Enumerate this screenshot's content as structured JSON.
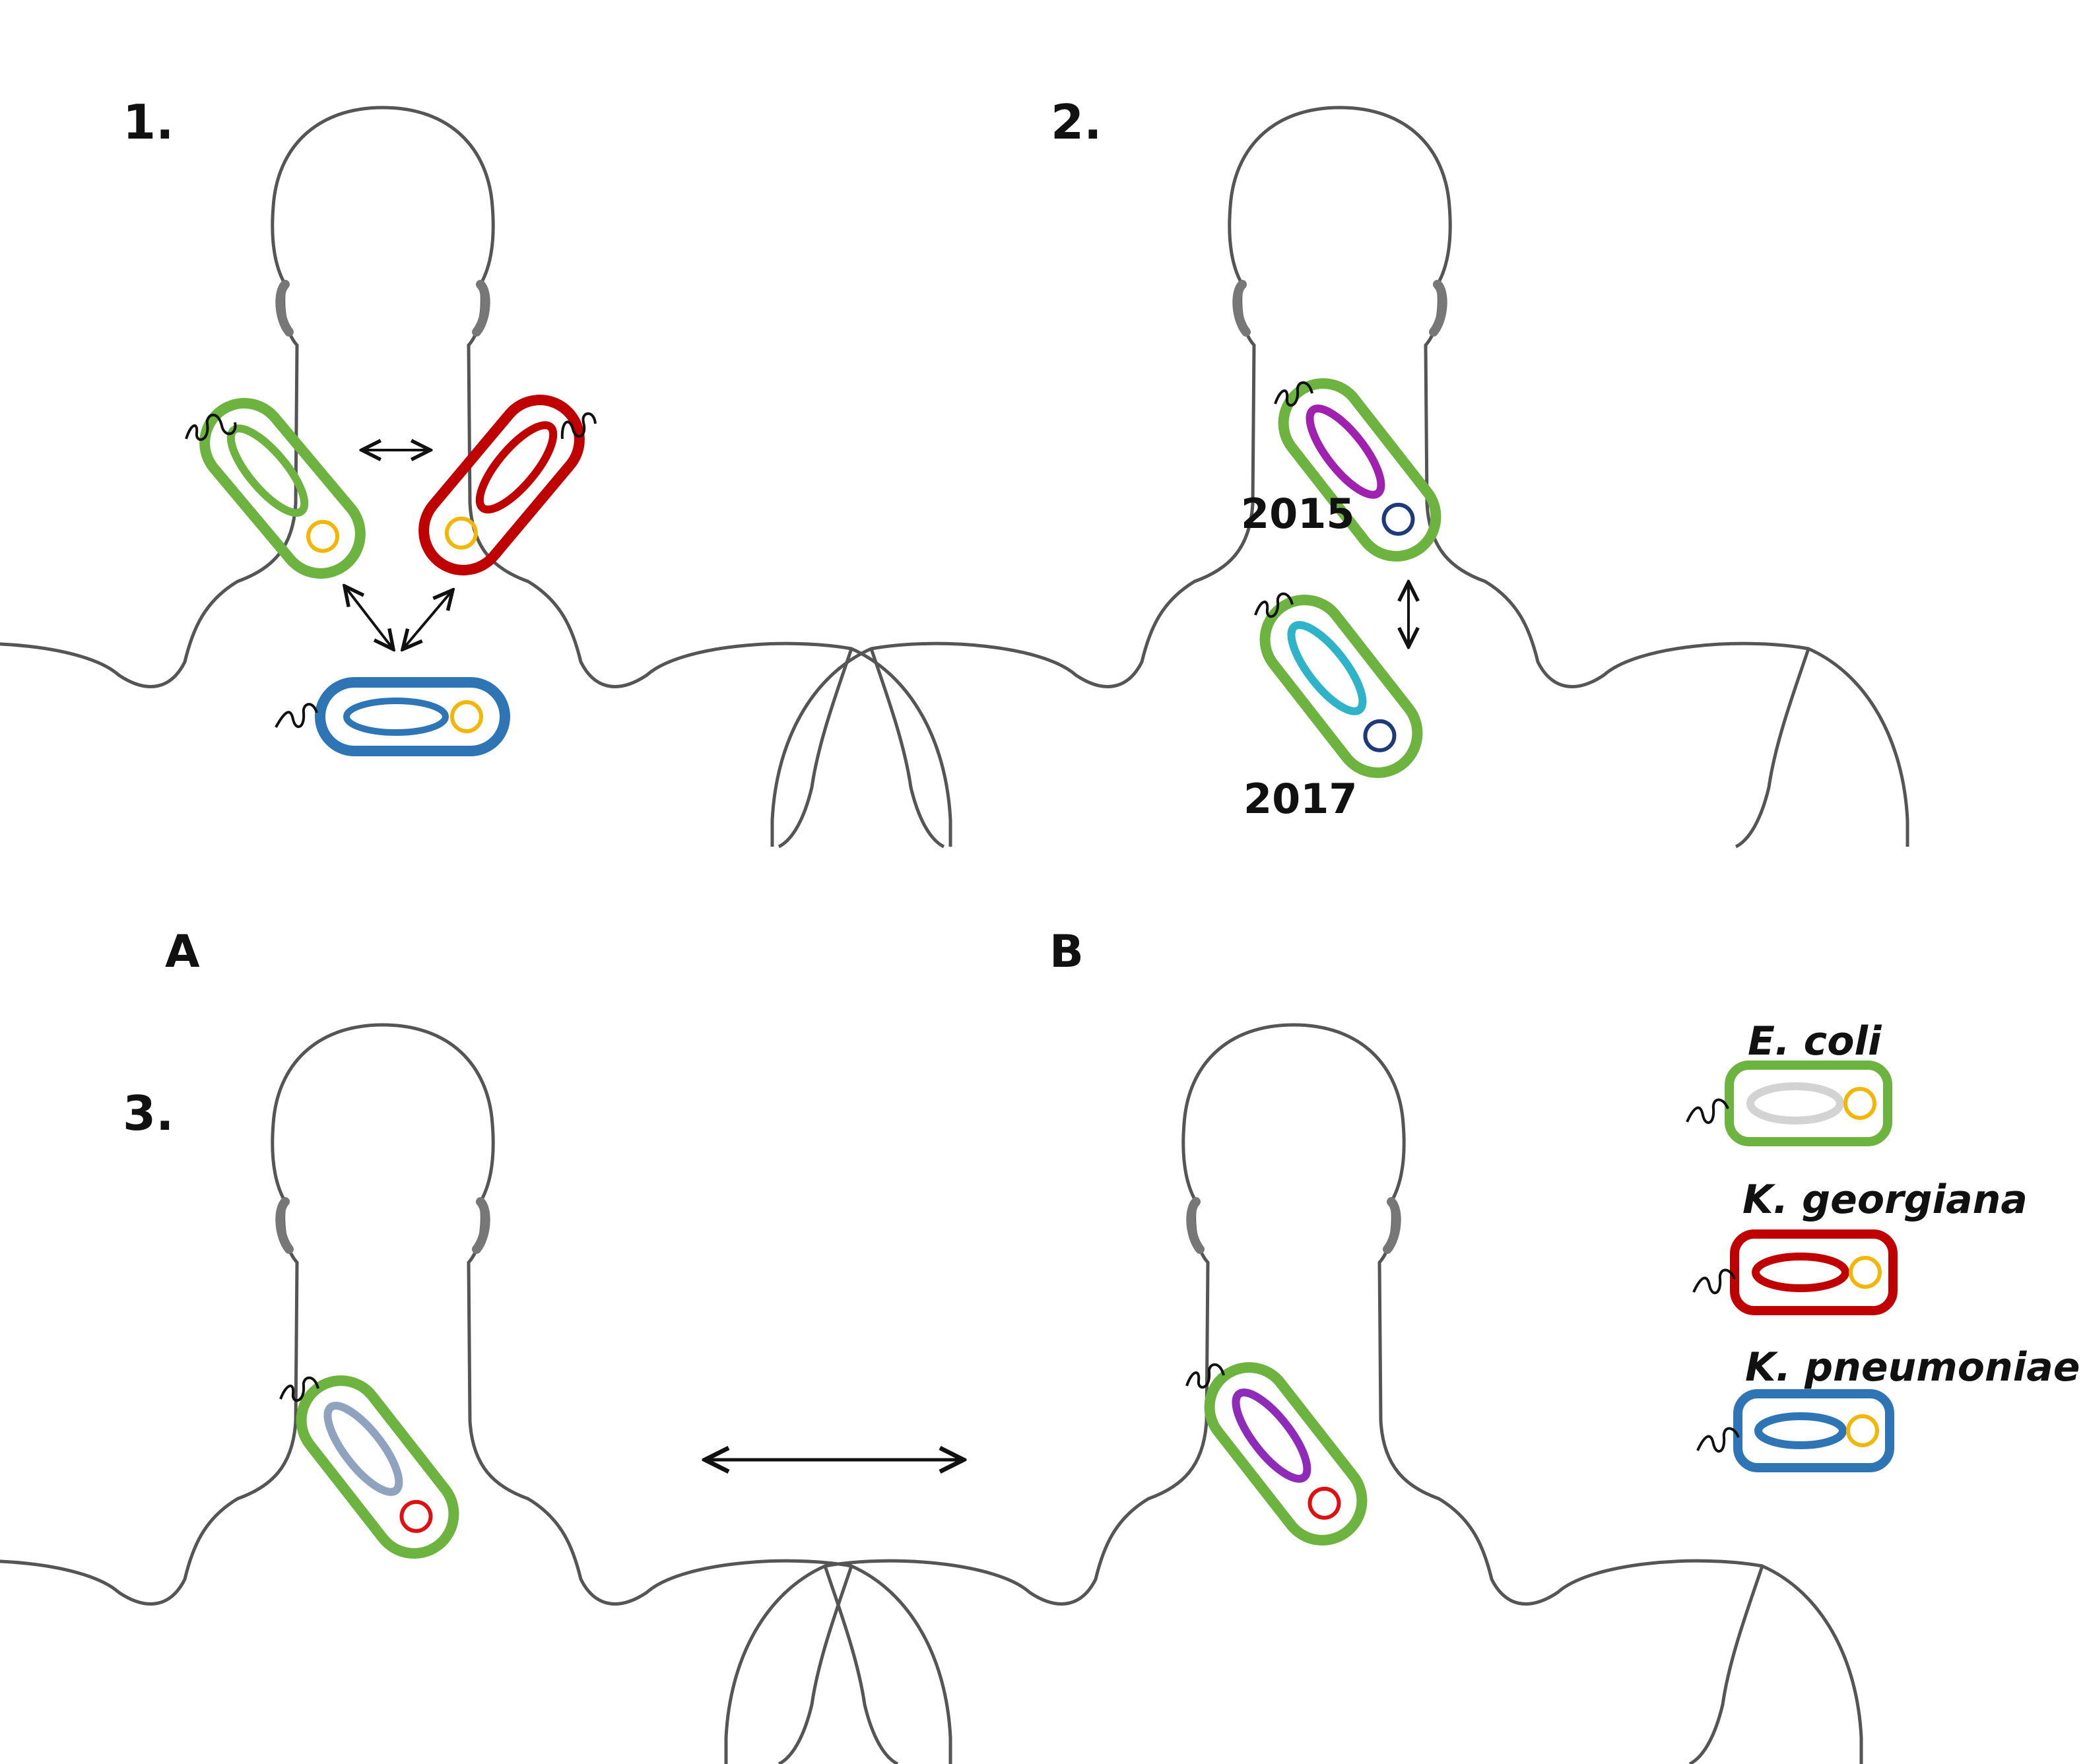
{
  "panels": {
    "p1": {
      "number": "1."
    },
    "p2": {
      "number": "2.",
      "years": [
        "2015",
        "2017"
      ]
    },
    "p3": {
      "number": "3.",
      "patient_a": "A",
      "patient_b": "B"
    }
  },
  "legend": {
    "items": [
      {
        "species": "E. coli",
        "outer": "#6DB33F",
        "plasmid": "#D3D3D3",
        "ring": "#F2B705"
      },
      {
        "species": "K. georgiana",
        "outer": "#C00000",
        "plasmid": "#C00000",
        "ring": "#F2B705"
      },
      {
        "species": "K. pneumoniae",
        "outer": "#2E75B6",
        "plasmid": "#2E75B6",
        "ring": "#F2B705"
      }
    ]
  },
  "colors": {
    "outline": "#555555",
    "ear": "#777777",
    "arrow": "#111111",
    "ecoli_green": "#6DB33F",
    "kgeorgiana_red": "#C00000",
    "kpneumoniae_blue": "#2E75B6",
    "ring_yellow": "#F2B705",
    "ring_navy": "#1F3A7A",
    "ring_red": "#E01010",
    "plasmid_purple_2015": "#A020B0",
    "plasmid_cyan_2017": "#2FB3C8",
    "plasmid_grey_a": "#8FA3BF",
    "plasmid_purple_b": "#8E2BB8"
  }
}
